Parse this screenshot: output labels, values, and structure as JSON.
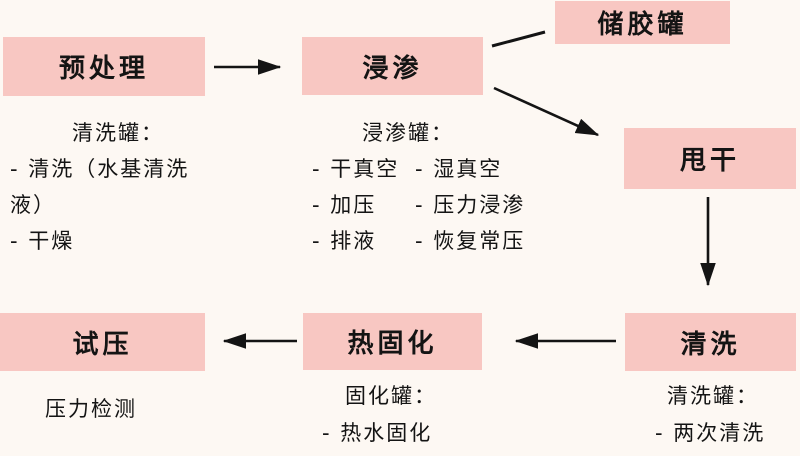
{
  "colors": {
    "background": "#fdf8f3",
    "node_fill": "#f8c7c2",
    "text": "#141414",
    "arrow": "#141414"
  },
  "nodes": {
    "pretreat": {
      "label": "预处理"
    },
    "impregnate": {
      "label": "浸渗"
    },
    "glue_tank": {
      "label": "储胶罐"
    },
    "spin_dry": {
      "label": "甩干"
    },
    "wash": {
      "label": "清洗"
    },
    "cure": {
      "label": "热固化"
    },
    "pressure_test": {
      "label": "试压"
    }
  },
  "notes": {
    "pretreat": {
      "heading": "清洗罐：",
      "lines": [
        "- 清洗（水基清洗",
        "液）",
        "- 干燥"
      ]
    },
    "impregnate": {
      "heading": "浸渗罐：",
      "col1": [
        "- 干真空",
        "- 加压",
        "- 排液"
      ],
      "col2": [
        "- 湿真空",
        "- 压力浸渗",
        "- 恢复常压"
      ]
    },
    "wash": {
      "heading": "清洗罐：",
      "lines": [
        "- 两次清洗"
      ]
    },
    "cure": {
      "heading": "固化罐：",
      "lines": [
        "- 热水固化"
      ]
    },
    "pressure_test": {
      "lines": [
        "压力检测"
      ]
    }
  },
  "edges": [
    {
      "name": "pretreat-to-impregnate",
      "arrowhead": true
    },
    {
      "name": "impregnate-to-glue-tank",
      "arrowhead": false
    },
    {
      "name": "impregnate-to-spin-dry",
      "arrowhead": true
    },
    {
      "name": "spin-dry-to-wash",
      "arrowhead": true
    },
    {
      "name": "wash-to-cure",
      "arrowhead": true
    },
    {
      "name": "cure-to-pressure-test",
      "arrowhead": true
    }
  ]
}
